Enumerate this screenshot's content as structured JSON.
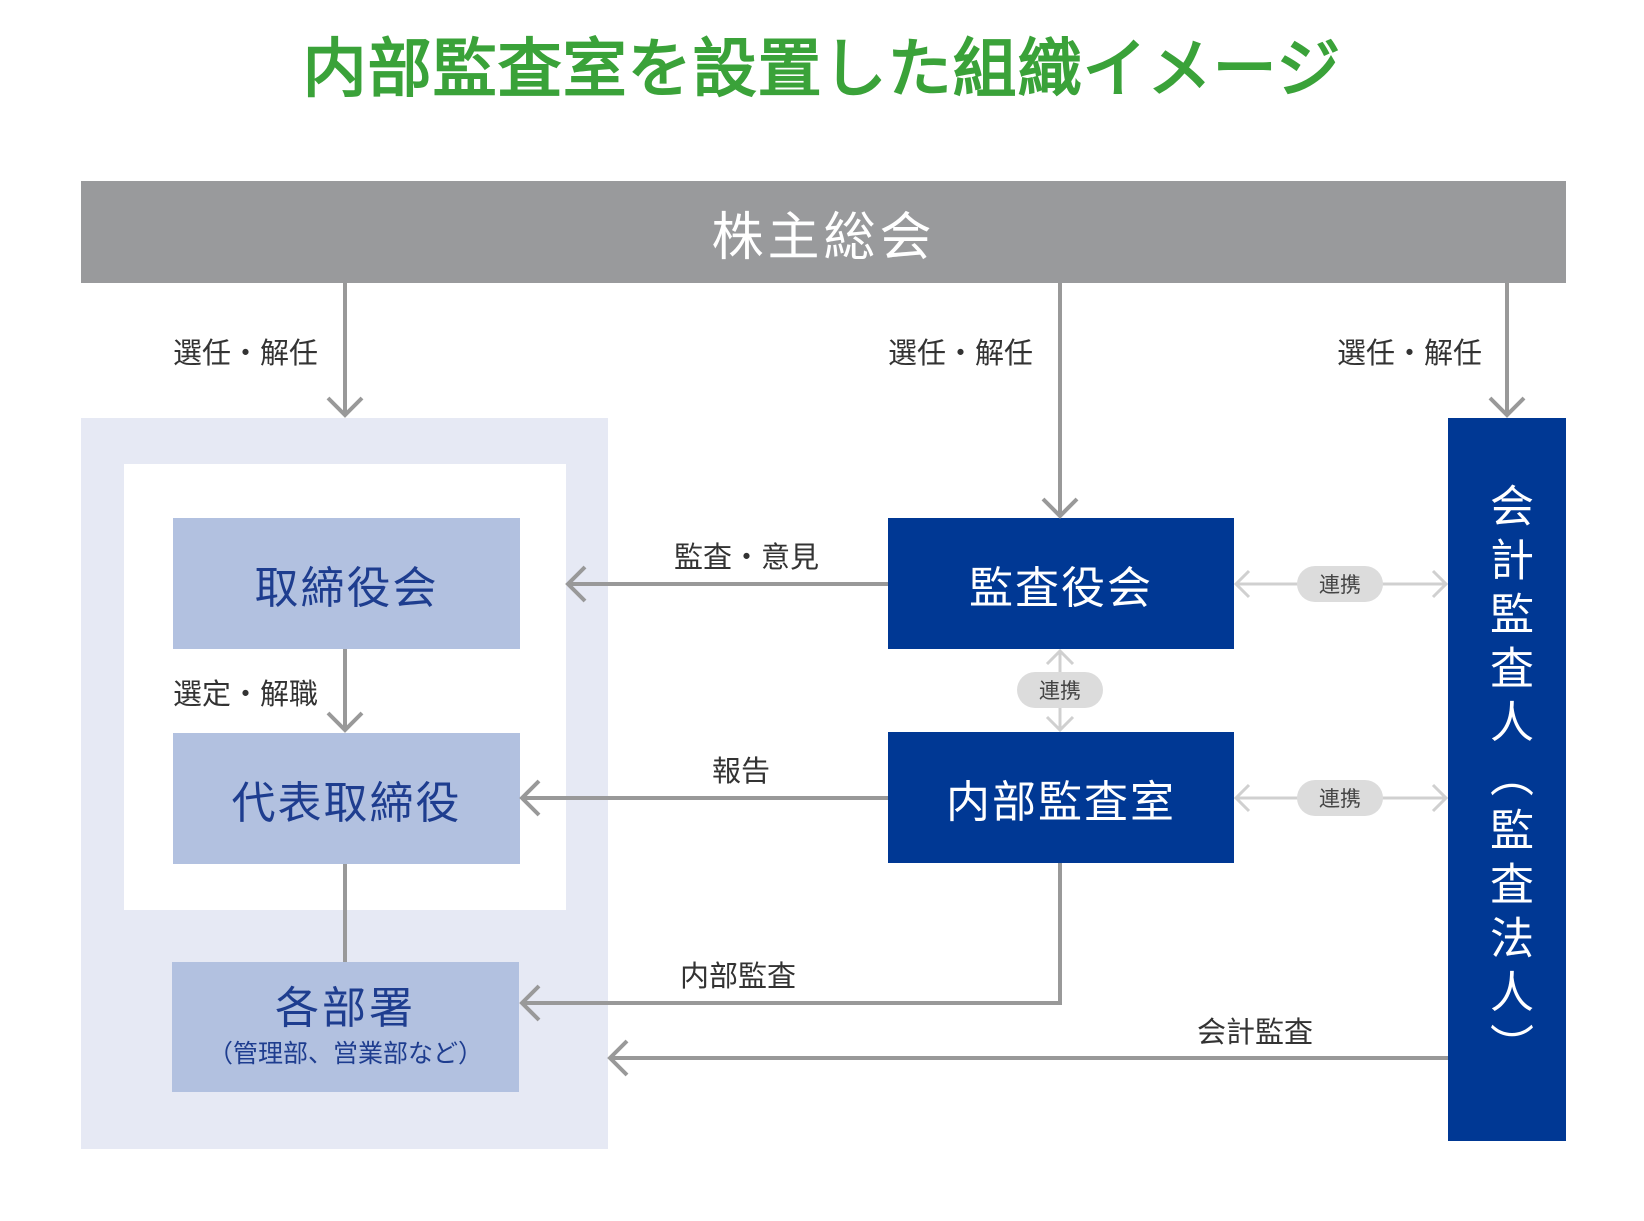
{
  "title": "内部監査室を設置した組織イメージ",
  "nodes": {
    "general_meeting": "株主総会",
    "board": "取締役会",
    "ceo": "代表取締役",
    "departments": "各部署",
    "departments_note": "（管理部、営業部など）",
    "audit_board": "監査役会",
    "internal_audit": "内部監査室",
    "external_auditor": "会計監査人（監査法人）"
  },
  "edge_labels": {
    "appoint_board": "選任・解任",
    "appoint_audit_board": "選任・解任",
    "appoint_auditor": "選任・解任",
    "select_ceo": "選定・解職",
    "audit_opinion": "監査・意見",
    "report": "報告",
    "internal_audit": "内部監査",
    "accounting_audit": "会計監査",
    "coop_1": "連携",
    "coop_2": "連携",
    "coop_3": "連携"
  },
  "colors": {
    "title": "#3aa239",
    "gray_bar": "#999a9c",
    "navy": "#003894",
    "light_box": "#b2c1e0",
    "panel": "#e6e9f4",
    "arrow": "#999999",
    "coop_arrow": "#d0d0d0"
  }
}
